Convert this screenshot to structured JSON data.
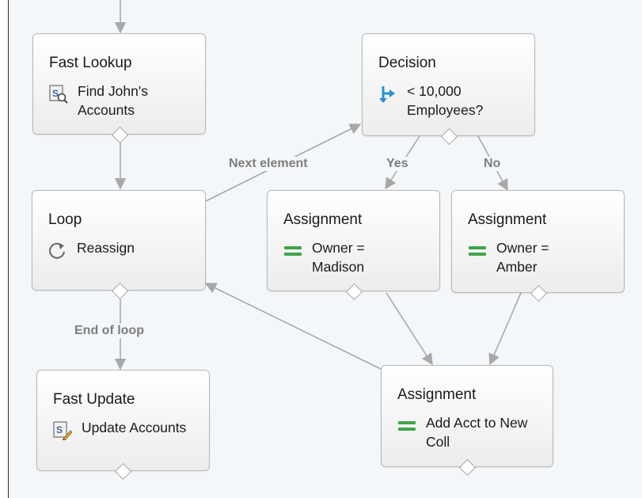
{
  "nodes": {
    "fast_lookup": {
      "type": "Fast Lookup",
      "icon": "sobject-lookup-icon",
      "label": "Find John's Accounts"
    },
    "decision": {
      "type": "Decision",
      "icon": "decision-arrows-icon",
      "label": "< 10,000 Employees?"
    },
    "loop": {
      "type": "Loop",
      "icon": "loop-refresh-icon",
      "label": "Reassign"
    },
    "assign_madison": {
      "type": "Assignment",
      "icon": "assignment-equals-icon",
      "label": "Owner = Madison"
    },
    "assign_amber": {
      "type": "Assignment",
      "icon": "assignment-equals-icon",
      "label": "Owner = Amber"
    },
    "assign_add": {
      "type": "Assignment",
      "icon": "assignment-equals-icon",
      "label": "Add Acct to New Coll"
    },
    "fast_update": {
      "type": "Fast Update",
      "icon": "sobject-update-icon",
      "label": "Update Accounts"
    }
  },
  "connectors": {
    "next_element": "Next element",
    "yes": "Yes",
    "no": "No",
    "end_of_loop": "End of loop"
  },
  "colors": {
    "canvas": "#f4f7f9",
    "connector": "#a8a8a8",
    "decision_icon": "#2a8fd6",
    "assignment_icon": "#3fa54a"
  }
}
